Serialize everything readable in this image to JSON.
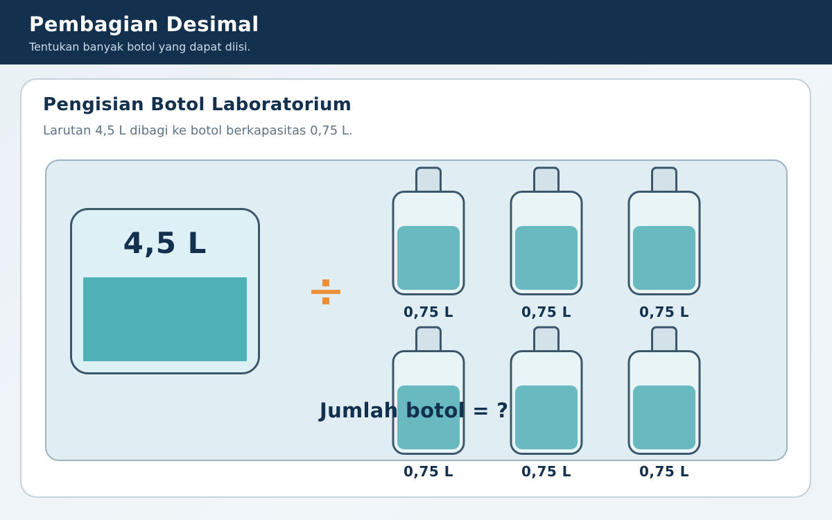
{
  "header": {
    "title": "Pembagian Desimal",
    "subtitle": "Tentukan banyak botol yang dapat diisi."
  },
  "card": {
    "title": "Pengisian Botol Laboratorium",
    "description": "Larutan 4,5 L dibagi ke botol berkapasitas 0,75 L."
  },
  "diagram": {
    "tank_label": "4,5 L",
    "bottles": [
      {
        "label": "0,75 L"
      },
      {
        "label": "0,75 L"
      },
      {
        "label": "0,75 L"
      },
      {
        "label": "0,75 L"
      },
      {
        "label": "0,75 L"
      },
      {
        "label": "0,75 L"
      }
    ],
    "question": "Jumlah botol = ?"
  },
  "colors": {
    "header_bg": "#14304f",
    "liquid_tank": "#50b0b7",
    "liquid_bottle": "#69b9c1",
    "divide_sign": "#e8903a",
    "outline": "#3c566c"
  },
  "icons": {
    "divide": "divide-sign-icon"
  }
}
